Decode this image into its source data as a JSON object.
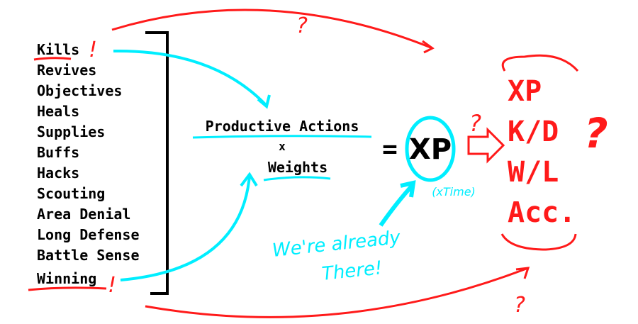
{
  "actions": [
    "Kills",
    "Revives",
    "Objectives",
    "Heals",
    "Supplies",
    "Buffs",
    "Hacks",
    "Scouting",
    "Area Denial",
    "Long Defense",
    "Battle Sense",
    "Winning"
  ],
  "formula": {
    "numerator": "Productive Actions",
    "operator": "x",
    "denominator": "Weights",
    "equals": "=",
    "result": "XP",
    "time_note": "(xTime)"
  },
  "annotation": {
    "line1": "We're already",
    "line2": "There!"
  },
  "metrics": [
    "XP",
    "K/D",
    "W/L",
    "Acc."
  ],
  "marks": {
    "question": "?",
    "exclaim": "!"
  },
  "colors": {
    "red": "#ff1a1a",
    "cyan": "#00eeff",
    "black": "#000000"
  }
}
